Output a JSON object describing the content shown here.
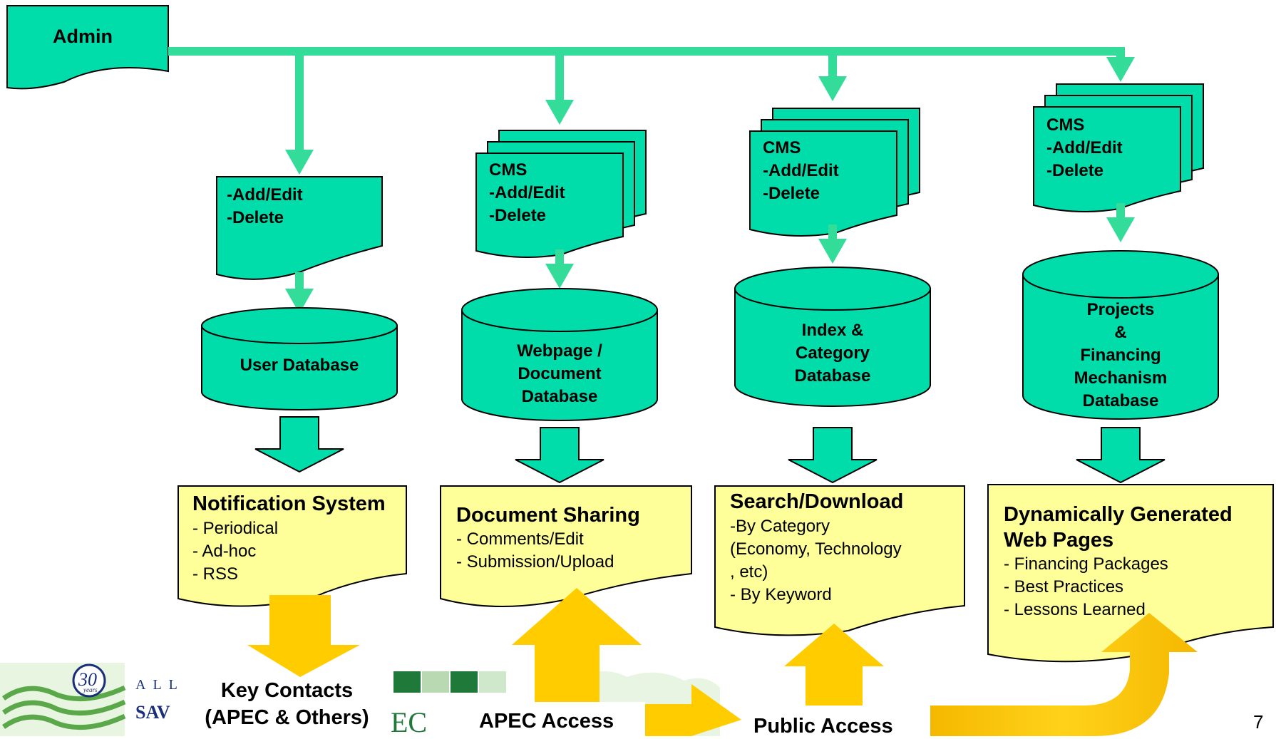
{
  "colors": {
    "green_fill": "#00DDAA",
    "connector": "#33DD99",
    "yellow_fill": "#FFFF99",
    "access_arrow": "#FFCC00",
    "logo_blue": "#1a2f7a"
  },
  "admin": {
    "label": "Admin"
  },
  "branches": [
    {
      "process_lines": [
        "-Add/Edit",
        "-Delete"
      ],
      "database_lines": [
        "User Database"
      ],
      "output_title": [
        "Notification System"
      ],
      "output_items": [
        "- Periodical",
        "- Ad-hoc",
        "- RSS"
      ]
    },
    {
      "process_lines": [
        "CMS",
        "-Add/Edit",
        "-Delete"
      ],
      "database_lines": [
        "Webpage /",
        "Document",
        "Database"
      ],
      "output_title": [
        "Document Sharing"
      ],
      "output_items": [
        "- Comments/Edit",
        "- Submission/Upload"
      ]
    },
    {
      "process_lines": [
        "CMS",
        "-Add/Edit",
        "-Delete"
      ],
      "database_lines": [
        "Index &",
        "Category",
        "Database"
      ],
      "output_title": [
        "Search/Download"
      ],
      "output_items": [
        "-By Category",
        "(Economy, Technology",
        ", etc)",
        "- By Keyword"
      ]
    },
    {
      "process_lines": [
        "CMS",
        "-Add/Edit",
        "-Delete"
      ],
      "database_lines": [
        "Projects",
        "&",
        "Financing",
        "Mechanism",
        "Database"
      ],
      "output_title": [
        "Dynamically Generated",
        "Web Pages"
      ],
      "output_items": [
        "- Financing Packages",
        "- Best Practices",
        "- Lessons Learned"
      ]
    }
  ],
  "bottom": {
    "key_contacts": [
      "Key Contacts",
      "(APEC & Others)"
    ],
    "apec_access": "APEC Access",
    "public_access": "Public Access"
  },
  "footer": {
    "logo_text_top": "ALL",
    "logo_text_mid": "SAV",
    "logo_badge": "30",
    "logo_badge_sub": "years",
    "logo2_text": "EC",
    "page_number": "7"
  }
}
